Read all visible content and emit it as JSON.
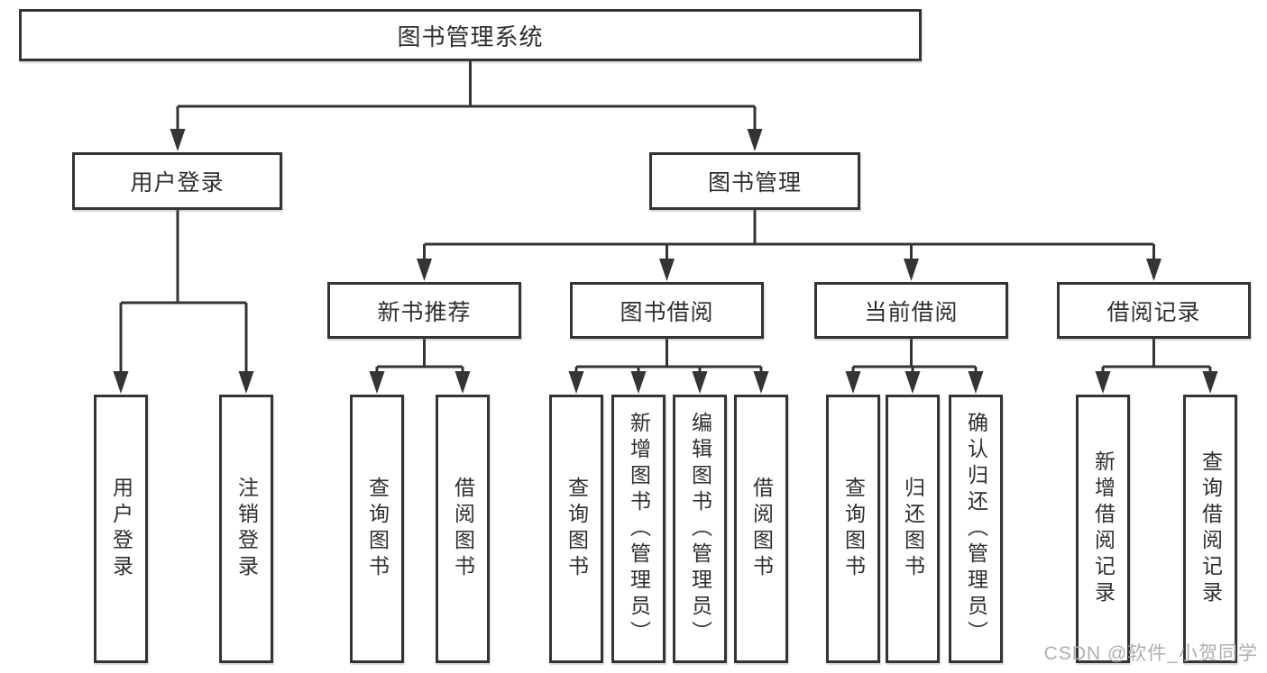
{
  "tree": {
    "label": "图书管理系统",
    "children": [
      {
        "label": "用户登录",
        "children": [
          {
            "label": "用户登录"
          },
          {
            "label": "注销登录"
          }
        ]
      },
      {
        "label": "图书管理",
        "children": [
          {
            "label": "新书推荐",
            "children": [
              {
                "label": "查询图书"
              },
              {
                "label": "借阅图书"
              }
            ]
          },
          {
            "label": "图书借阅",
            "children": [
              {
                "label": "查询图书"
              },
              {
                "label": "新增图书（管理员）"
              },
              {
                "label": "编辑图书（管理员）"
              },
              {
                "label": "借阅图书"
              }
            ]
          },
          {
            "label": "当前借阅",
            "children": [
              {
                "label": "查询图书"
              },
              {
                "label": "归还图书"
              },
              {
                "label": "确认归还（管理员）"
              }
            ]
          },
          {
            "label": "借阅记录",
            "children": [
              {
                "label": "新增借阅记录"
              },
              {
                "label": "查询借阅记录"
              }
            ]
          }
        ]
      }
    ]
  },
  "watermark": {
    "text": "CSDN @软件_小贺同学"
  },
  "colors": {
    "line": "#343434",
    "text": "#2f2f2f",
    "background": "#ffffff",
    "watermark": "#ababab"
  }
}
